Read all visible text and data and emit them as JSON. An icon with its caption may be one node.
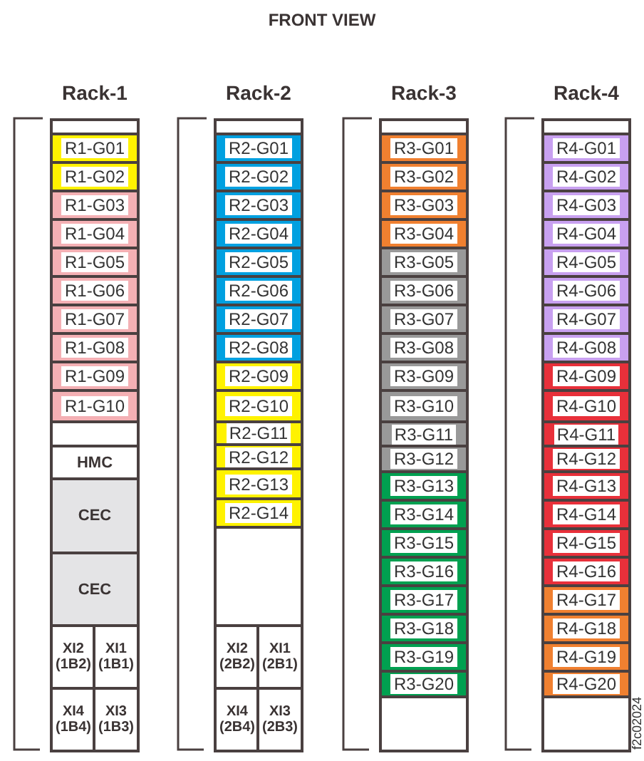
{
  "diagram": {
    "title": "FRONT VIEW",
    "nodes": [
      {
        "text": [
          "Rack-1"
        ]
      },
      {
        "text": [
          "R1-G01"
        ],
        "in": 0
      },
      {
        "text": [
          "R1-G02"
        ],
        "in": 0
      },
      {
        "text": [
          "R1-G03"
        ],
        "in": 0
      },
      {
        "text": [
          "R1-G04"
        ],
        "in": 0
      },
      {
        "text": [
          "R1-G05"
        ],
        "in": 0
      },
      {
        "text": [
          "R1-G06"
        ],
        "in": 0
      },
      {
        "text": [
          "R1-G07"
        ],
        "in": 0
      },
      {
        "text": [
          "R1-G08"
        ],
        "in": 0
      },
      {
        "text": [
          "R1-G09"
        ],
        "in": 0
      },
      {
        "text": [
          "R1-G10"
        ],
        "in": 0
      },
      {
        "text": [
          "HMC"
        ],
        "in": 0
      },
      {
        "text": [
          "CEC"
        ],
        "in": 0
      },
      {
        "text": [
          "CEC"
        ],
        "in": 0
      },
      {
        "text": [
          "XI2 (1B2)"
        ],
        "in": 0
      },
      {
        "text": [
          "XI1 (1B1)"
        ],
        "in": 0
      },
      {
        "text": [
          "XI4 (1B4)"
        ],
        "in": 0
      },
      {
        "text": [
          "XI3 (1B3)"
        ],
        "in": 0
      },
      {
        "text": [
          "Rack-2"
        ]
      },
      {
        "text": [
          "R2-G01"
        ],
        "in": 18
      },
      {
        "text": [
          "R2-G02"
        ],
        "in": 18
      },
      {
        "text": [
          "R2-G03"
        ],
        "in": 18
      },
      {
        "text": [
          "R2-G04"
        ],
        "in": 18
      },
      {
        "text": [
          "R2-G05"
        ],
        "in": 18
      },
      {
        "text": [
          "R2-G06"
        ],
        "in": 18
      },
      {
        "text": [
          "R2-G07"
        ],
        "in": 18
      },
      {
        "text": [
          "R2-G08"
        ],
        "in": 18
      },
      {
        "text": [
          "R2-G09"
        ],
        "in": 18
      },
      {
        "text": [
          "R2-G10"
        ],
        "in": 18
      },
      {
        "text": [
          "R2-G11"
        ],
        "in": 18
      },
      {
        "text": [
          "R2-G12"
        ],
        "in": 18
      },
      {
        "text": [
          "R2-G13"
        ],
        "in": 18
      },
      {
        "text": [
          "R2-G14"
        ],
        "in": 18
      },
      {
        "text": [
          "XI2 (2B2)"
        ],
        "in": 18
      },
      {
        "text": [
          "XI1 (2B1)"
        ],
        "in": 18
      },
      {
        "text": [
          "XI4 (2B4)"
        ],
        "in": 18
      },
      {
        "text": [
          "XI3 (2B3)"
        ],
        "in": 18
      },
      {
        "text": [
          "Rack-3"
        ]
      },
      {
        "text": [
          "R3-G01"
        ],
        "in": 37
      },
      {
        "text": [
          "R3-G02"
        ],
        "in": 37
      },
      {
        "text": [
          "R3-G03"
        ],
        "in": 37
      },
      {
        "text": [
          "R3-G04"
        ],
        "in": 37
      },
      {
        "text": [
          "R3-G05"
        ],
        "in": 37
      },
      {
        "text": [
          "R3-G06"
        ],
        "in": 37
      },
      {
        "text": [
          "R3-G07"
        ],
        "in": 37
      },
      {
        "text": [
          "R3-G08"
        ],
        "in": 37
      },
      {
        "text": [
          "R3-G09"
        ],
        "in": 37
      },
      {
        "text": [
          "R3-G10"
        ],
        "in": 37
      },
      {
        "text": [
          "R3-G11"
        ],
        "in": 37
      },
      {
        "text": [
          "R3-G12"
        ],
        "in": 37
      },
      {
        "text": [
          "R3-G13"
        ],
        "in": 37
      },
      {
        "text": [
          "R3-G14"
        ],
        "in": 37
      },
      {
        "text": [
          "R3-G15"
        ],
        "in": 37
      },
      {
        "text": [
          "R3-G16"
        ],
        "in": 37
      },
      {
        "text": [
          "R3-G17"
        ],
        "in": 37
      },
      {
        "text": [
          "R3-G18"
        ],
        "in": 37
      },
      {
        "text": [
          "R3-G19"
        ],
        "in": 37
      },
      {
        "text": [
          "R3-G20"
        ],
        "in": 37
      },
      {
        "text": [
          "Rack-4"
        ]
      },
      {
        "text": [
          "R4-G01"
        ],
        "in": 58
      },
      {
        "text": [
          "R4-G02"
        ],
        "in": 58
      },
      {
        "text": [
          "R4-G03"
        ],
        "in": 58
      },
      {
        "text": [
          "R4-G04"
        ],
        "in": 58
      },
      {
        "text": [
          "R4-G05"
        ],
        "in": 58
      },
      {
        "text": [
          "R4-G06"
        ],
        "in": 58
      },
      {
        "text": [
          "R4-G07"
        ],
        "in": 58
      },
      {
        "text": [
          "R4-G08"
        ],
        "in": 58
      },
      {
        "text": [
          "R4-G09"
        ],
        "in": 58
      },
      {
        "text": [
          "R4-G10"
        ],
        "in": 58
      },
      {
        "text": [
          "R4-G11"
        ],
        "in": 58
      },
      {
        "text": [
          "R4-G12"
        ],
        "in": 58
      },
      {
        "text": [
          "R4-G13"
        ],
        "in": 58
      },
      {
        "text": [
          "R4-G14"
        ],
        "in": 58
      },
      {
        "text": [
          "R4-G15"
        ],
        "in": 58
      },
      {
        "text": [
          "R4-G16"
        ],
        "in": 58
      },
      {
        "text": [
          "R4-G17"
        ],
        "in": 58
      },
      {
        "text": [
          "R4-G18"
        ],
        "in": 58
      },
      {
        "text": [
          "R4-G19"
        ],
        "in": 58
      },
      {
        "text": [
          "R4-G20"
        ],
        "in": 58
      }
    ],
    "labels": [
      "f2c02024"
    ]
  }
}
